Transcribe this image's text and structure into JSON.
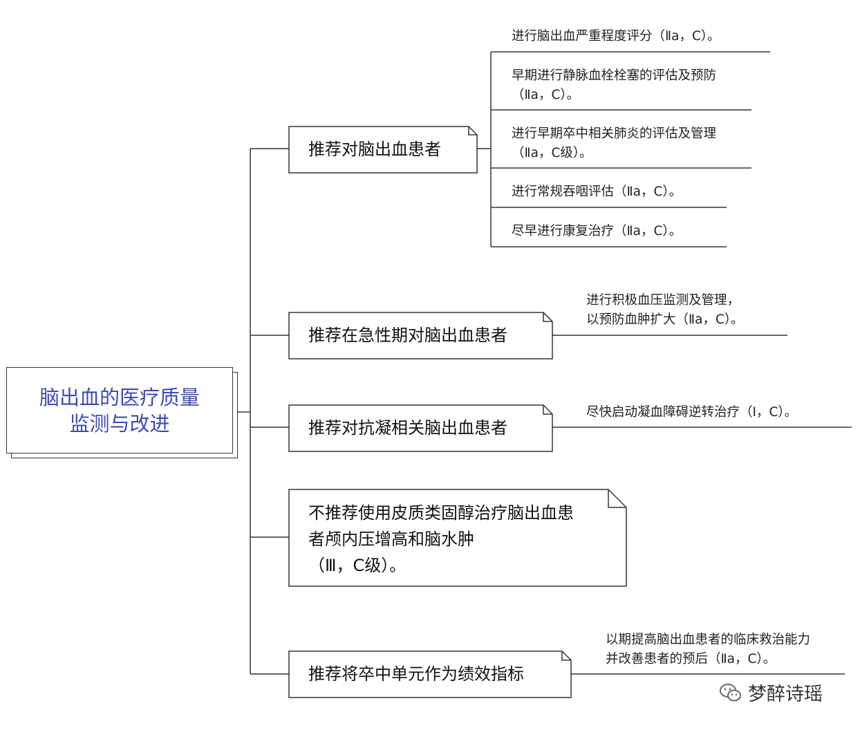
{
  "root": {
    "line1": "脑出血的医疗质量",
    "line2": "监测与改进"
  },
  "branches": [
    {
      "label": "推荐对脑出血患者",
      "items": [
        {
          "line1": "进行脑出血严重程度评分（Ⅱa，C）。"
        },
        {
          "line1": "早期进行静脉血栓栓塞的评估及预防",
          "line2": "（Ⅱa，C）。"
        },
        {
          "line1": "进行早期卒中相关肺炎的评估及管理",
          "line2": "（Ⅱa，C级）。"
        },
        {
          "line1": "进行常规吞咽评估（Ⅱa，C）。"
        },
        {
          "line1": "尽早进行康复治疗（Ⅱa，C）。"
        }
      ]
    },
    {
      "label": "推荐在急性期对脑出血患者",
      "items": [
        {
          "line1": "进行积极血压监测及管理，",
          "line2": "以预防血肿扩大（Ⅱa，C）。"
        }
      ]
    },
    {
      "label": "推荐对抗凝相关脑出血患者",
      "items": [
        {
          "line1": "尽快启动凝血障碍逆转治疗（Ⅰ，C）。"
        }
      ]
    },
    {
      "label_lines": [
        "不推荐使用皮质类固醇治疗脑出血患",
        "者颅内压增高和脑水肿",
        "（Ⅲ，C级）。"
      ]
    },
    {
      "label": "推荐将卒中单元作为绩效指标",
      "items": [
        {
          "line1": "以期提高脑出血患者的临床救治能力",
          "line2": "并改善患者的预后（Ⅱa，C）。"
        }
      ]
    }
  ],
  "watermark": {
    "text": "梦醉诗瑶",
    "icon": "wechat-icon"
  }
}
